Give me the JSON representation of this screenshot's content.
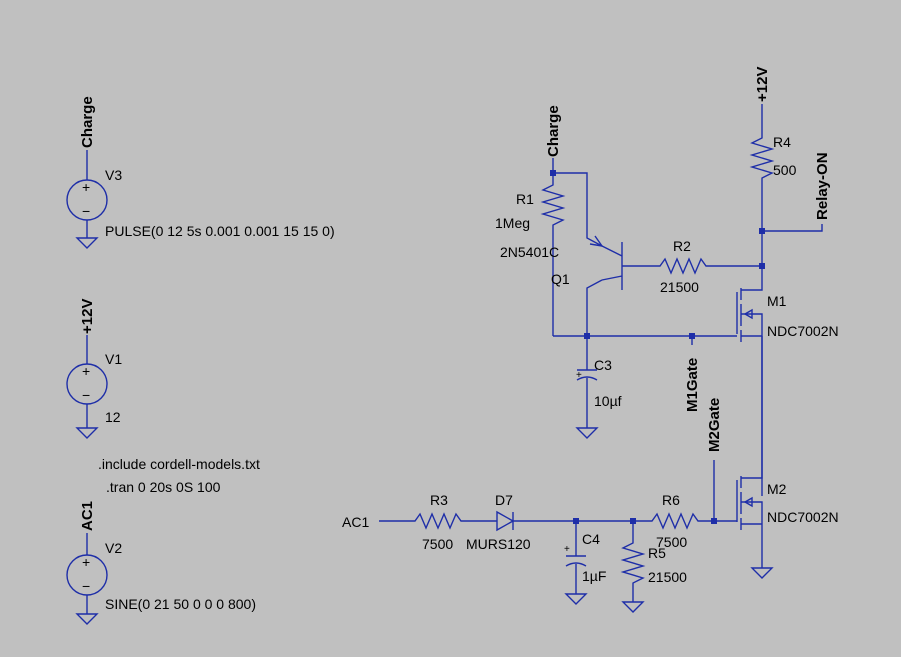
{
  "components": {
    "v3": {
      "name": "V3",
      "value": "PULSE(0 12 5s 0.001 0.001 15 15 0)",
      "net": "Charge"
    },
    "v1": {
      "name": "V1",
      "value": "12",
      "net": "+12V"
    },
    "v2": {
      "name": "V2",
      "value": "SINE(0 21 50 0 0 0 800)",
      "net": "AC1"
    },
    "r1": {
      "name": "R1",
      "value": "1Meg"
    },
    "q1": {
      "name": "Q1",
      "model": "2N5401C"
    },
    "r2": {
      "name": "R2",
      "value": "21500"
    },
    "r4": {
      "name": "R4",
      "value": "500"
    },
    "m1": {
      "name": "M1",
      "model": "NDC7002N"
    },
    "m2": {
      "name": "M2",
      "model": "NDC7002N"
    },
    "c3": {
      "name": "C3",
      "value": "10µf"
    },
    "r3": {
      "name": "R3",
      "value": "7500"
    },
    "d7": {
      "name": "D7",
      "model": "MURS120"
    },
    "c4": {
      "name": "C4",
      "value": "1µF"
    },
    "r5": {
      "name": "R5",
      "value": "21500"
    },
    "r6": {
      "name": "R6",
      "value": "7500"
    }
  },
  "nets": {
    "charge_top": "Charge",
    "vcc_top": "+12V",
    "relay_on": "Relay-ON",
    "m1gate": "M1Gate",
    "m2gate": "M2Gate",
    "ac1_in": "AC1"
  },
  "directives": {
    "include": ".include cordell-models.txt",
    "tran": ".tran 0 20s 0S 100"
  },
  "symbols": {
    "plus": "+",
    "minus": "−",
    "cap_plus": "+"
  },
  "colors": {
    "background": "#c0c0c0",
    "wire": "#1e2ea8",
    "text": "#000000"
  }
}
